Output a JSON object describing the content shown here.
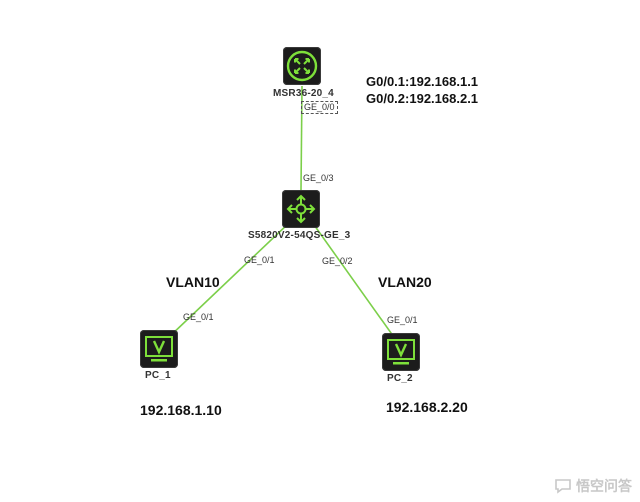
{
  "devices": {
    "router": {
      "name": "MSR36-20_4",
      "port": "GE_0/0",
      "subinterfaces": [
        "G0/0.1:192.168.1.1",
        "G0/0.2:192.168.2.1"
      ]
    },
    "switch": {
      "name": "S5820V2-54QS-GE_3",
      "port_up": "GE_0/3",
      "port_left": "GE_0/1",
      "port_right": "GE_0/2"
    },
    "pc1": {
      "name": "PC_1",
      "port": "GE_0/1",
      "ip": "192.168.1.10",
      "vlan": "VLAN10"
    },
    "pc2": {
      "name": "PC_2",
      "port": "GE_0/1",
      "ip": "192.168.2.20",
      "vlan": "VLAN20"
    }
  },
  "colors": {
    "link": "#7ccf4a",
    "device_bg": "#1c1c1c",
    "icon_green": "#7ee03a"
  },
  "watermark": {
    "text": "悟空问答"
  }
}
